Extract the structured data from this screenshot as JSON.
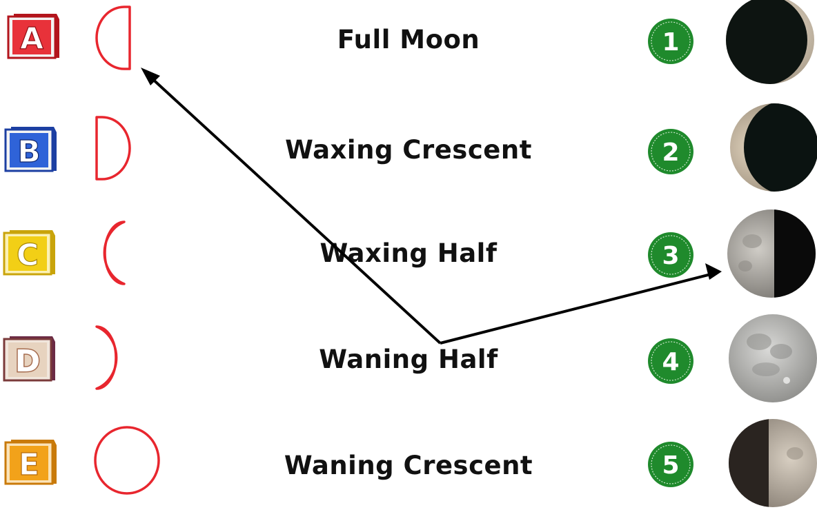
{
  "letters": [
    "A",
    "B",
    "C",
    "D",
    "E"
  ],
  "numbers": [
    "1",
    "2",
    "3",
    "4",
    "5"
  ],
  "phase_labels": [
    "Full Moon",
    "Waxing Crescent",
    "Waxing Half",
    "Waning Half",
    "Waning Crescent"
  ],
  "symbol_icons": [
    "half-right-outline-icon",
    "half-left-outline-icon",
    "crescent-left-outline-icon",
    "crescent-right-outline-icon",
    "full-circle-outline-icon"
  ],
  "photo_moons": [
    "thin-waning-crescent-photo",
    "thin-waxing-crescent-photo",
    "waning-half-photo",
    "full-moon-photo",
    "waxing-half-photo"
  ],
  "block_colors": [
    "#e8323a",
    "#2f63d8",
    "#f2cf16",
    "#a56b4e",
    "#f2a21a"
  ],
  "colors": {
    "symbol_stroke": "#e8262e",
    "badge_green": "#1f8a2c",
    "arrow": "#000000"
  }
}
